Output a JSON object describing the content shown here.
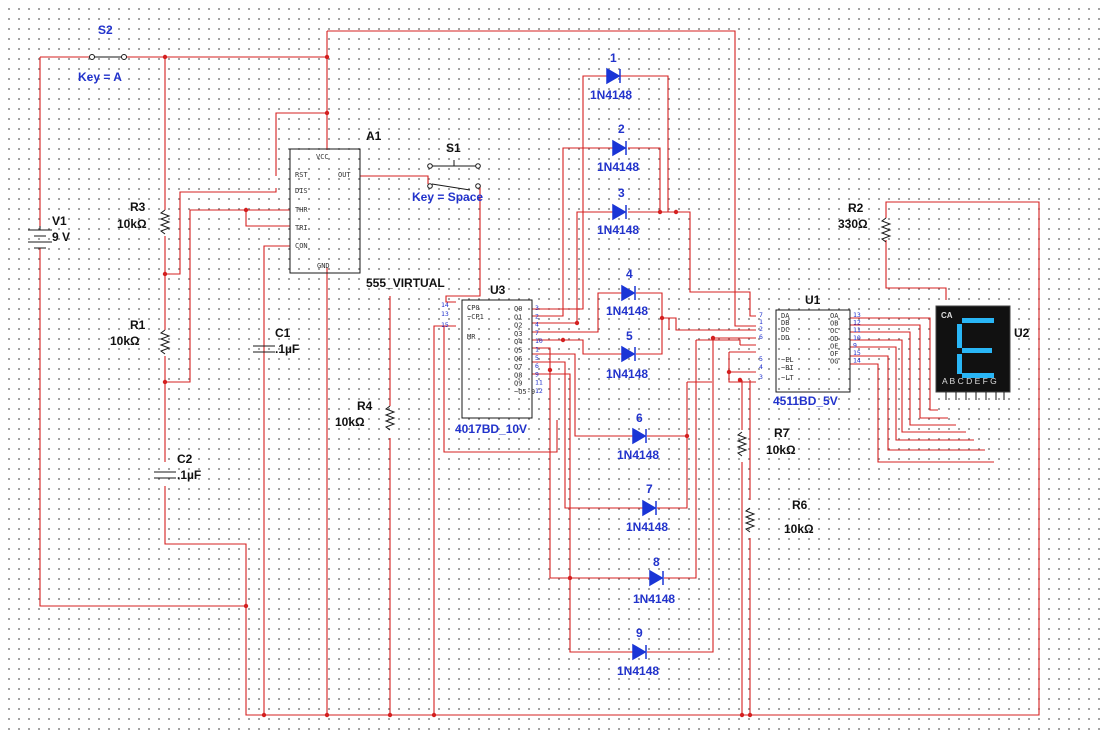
{
  "components": {
    "s2": {
      "ref": "S2",
      "key": "Key = A"
    },
    "s1": {
      "ref": "S1",
      "key": "Key = Space"
    },
    "v1": {
      "ref": "V1",
      "value": "9 V"
    },
    "r3": {
      "ref": "R3",
      "value": "10kΩ"
    },
    "r1": {
      "ref": "R1",
      "value": "10kΩ"
    },
    "c2": {
      "ref": "C2",
      "value": ".1µF"
    },
    "c1": {
      "ref": "C1",
      "value": ".1µF"
    },
    "r4": {
      "ref": "R4",
      "value": "10kΩ"
    },
    "a1": {
      "ref": "A1",
      "type": "555_VIRTUAL",
      "pins": [
        "VCC",
        "RST",
        "OUT",
        "DIS",
        "THR",
        "TRI",
        "CON",
        "GND"
      ]
    },
    "u3": {
      "ref": "U3",
      "type": "4017BD_10V",
      "pins_left": [
        "CP0",
        "~CP1",
        "MR"
      ],
      "pins_right": [
        "Q0",
        "Q1",
        "Q2",
        "Q3",
        "Q4",
        "Q5",
        "Q6",
        "Q7",
        "Q8",
        "Q9",
        "~O5-9"
      ],
      "pin_numbers_right": [
        "3",
        "2",
        "4",
        "7",
        "10",
        "1",
        "5",
        "6",
        "9",
        "11",
        "12"
      ],
      "pin_numbers_left": [
        "14",
        "13",
        "15"
      ]
    },
    "u1": {
      "ref": "U1",
      "type": "4511BD_5V",
      "pins_left": [
        "DA",
        "DB",
        "DC",
        "DD",
        "~EL",
        "~BI",
        "~LT"
      ],
      "pins_right": [
        "OA",
        "OB",
        "OC",
        "OD",
        "OE",
        "OF",
        "OG"
      ],
      "pin_numbers_left": [
        "7",
        "1",
        "2",
        "6",
        "5",
        "4",
        "3"
      ],
      "pin_numbers_right": [
        "13",
        "12",
        "11",
        "10",
        "9",
        "15",
        "14"
      ]
    },
    "u2": {
      "ref": "U2",
      "corner": "CA",
      "segments": "A B C D E F G",
      "display_char": "E",
      "digit_color": "#29b6f6"
    },
    "r2": {
      "ref": "R2",
      "value": "330Ω"
    },
    "r7": {
      "ref": "R7",
      "value": "10kΩ"
    },
    "r6": {
      "ref": "R6",
      "value": "10kΩ"
    },
    "diodes": [
      {
        "ref": "1",
        "part": "1N4148"
      },
      {
        "ref": "2",
        "part": "1N4148"
      },
      {
        "ref": "3",
        "part": "1N4148"
      },
      {
        "ref": "4",
        "part": "1N4148"
      },
      {
        "ref": "5",
        "part": "1N4148"
      },
      {
        "ref": "6",
        "part": "1N4148"
      },
      {
        "ref": "7",
        "part": "1N4148"
      },
      {
        "ref": "8",
        "part": "1N4148"
      },
      {
        "ref": "9",
        "part": "1N4148"
      }
    ]
  }
}
